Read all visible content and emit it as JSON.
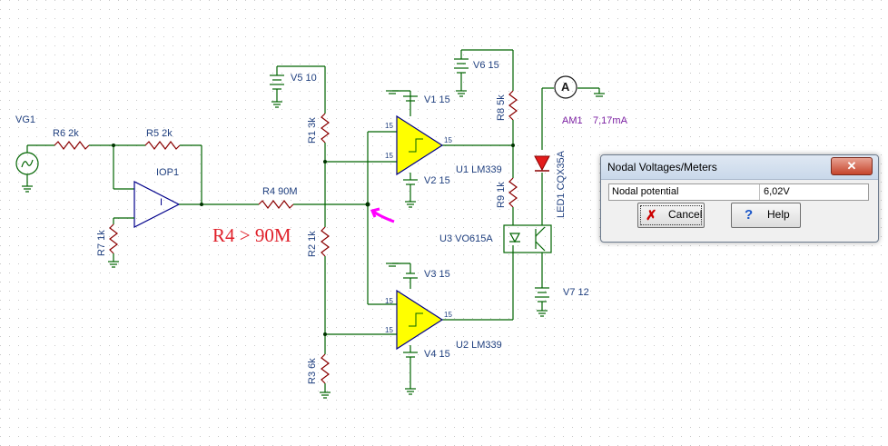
{
  "annotation": "R4 > 90M",
  "components": {
    "vg1": "VG1",
    "r6": "R6 2k",
    "r5": "R5 2k",
    "iop1": "IOP1",
    "r7": "R7 1k",
    "r4": "R4 90M",
    "v5": "V5 10",
    "r1": "R1 3k",
    "r2": "R2 1k",
    "r3": "R3 6k",
    "v1": "V1 15",
    "v2": "V2 15",
    "v3": "V3 15",
    "v4": "V4 15",
    "u1": "U1 LM339",
    "u2": "U2 LM339",
    "v6": "V6 15",
    "r8": "R8 5k",
    "r9": "R9 1k",
    "u3": "U3 VO615A",
    "led1": "LED1 CQX35A",
    "v7": "V7 12",
    "am1": "AM1",
    "am1_value": "7,17mA",
    "ammeter_symbol": "A",
    "pin15": "15",
    "opamp_sym": "I"
  },
  "dialog": {
    "title": "Nodal Voltages/Meters",
    "close_label": "✕",
    "row_label": "Nodal potential",
    "row_value": "6,02V",
    "cancel_label": "Cancel",
    "help_label": "Help",
    "cancel_icon": "x-icon",
    "help_icon": "question-icon"
  },
  "colors": {
    "wire": "#006400",
    "comparator_fill": "#ffff00",
    "annotation": "#e0202a",
    "marker": "#ff00ff",
    "led": "#e31c1c"
  }
}
